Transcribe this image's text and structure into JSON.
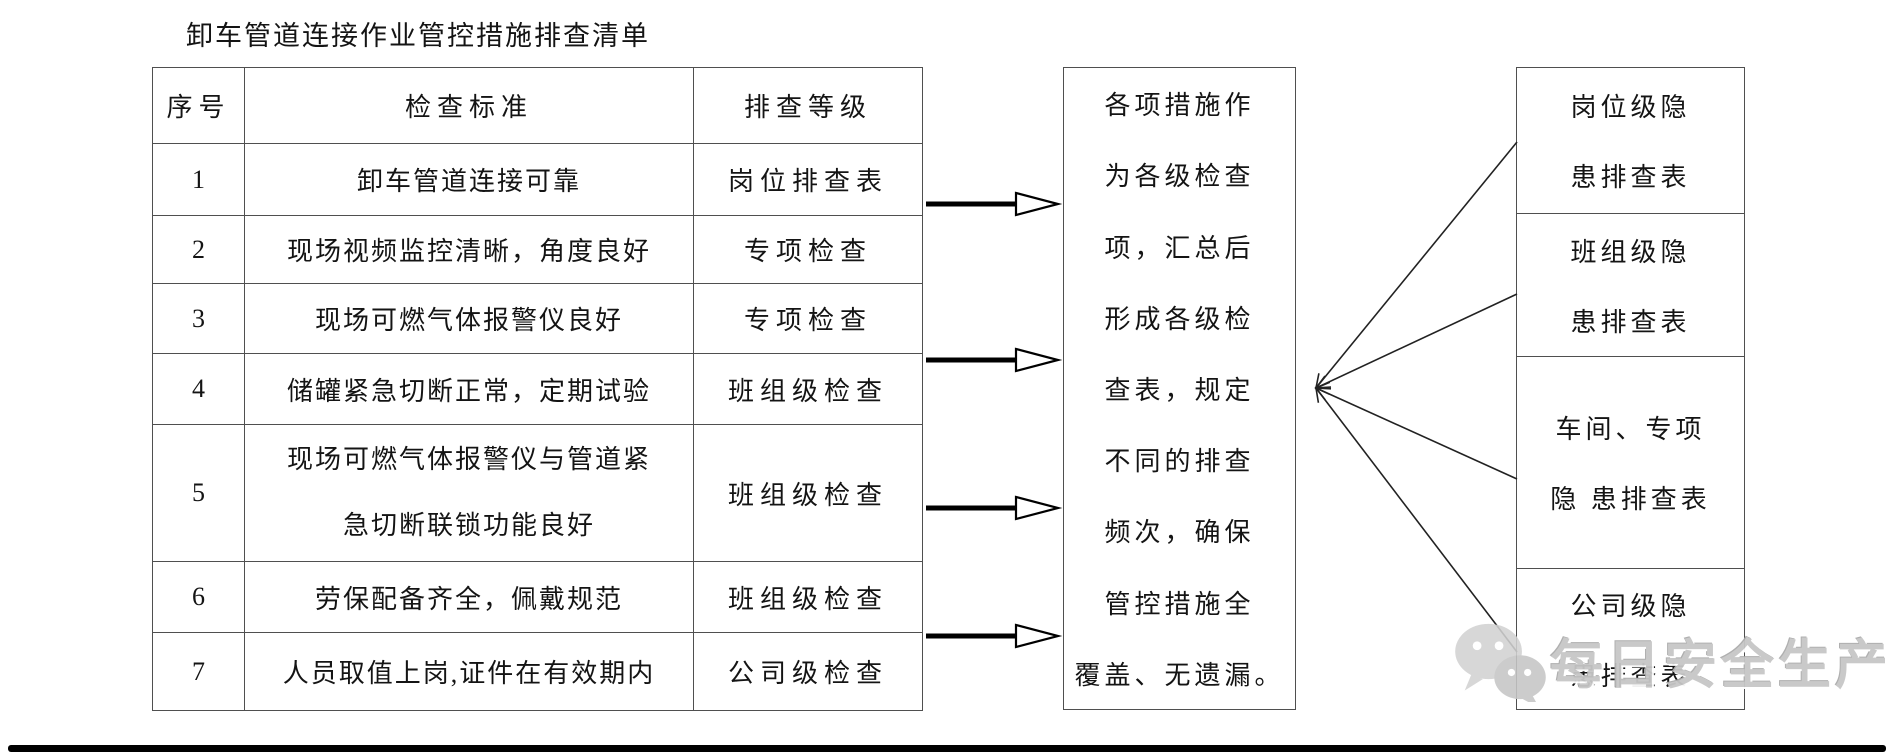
{
  "title": "卸车管道连接作业管控措施排查清单",
  "table": {
    "headers": {
      "no": "序号",
      "standard": "检查标准",
      "level": "排查等级"
    },
    "rows": [
      {
        "no": "1",
        "std": "卸车管道连接可靠",
        "level": "岗位排查表"
      },
      {
        "no": "2",
        "std": "现场视频监控清晰，角度良好",
        "level": "专项检查"
      },
      {
        "no": "3",
        "std": "现场可燃气体报警仪良好",
        "level": "专项检查"
      },
      {
        "no": "4",
        "std": "储罐紧急切断正常，定期试验",
        "level": "班组级检查"
      },
      {
        "no": "5",
        "std": "现场可燃气体报警仪与管道紧",
        "std2": "急切断联锁功能良好",
        "level": "班组级检查"
      },
      {
        "no": "6",
        "std": "劳保配备齐全，佩戴规范",
        "level": "班组级检查"
      },
      {
        "no": "7",
        "std": "人员取值上岗,证件在有效期内",
        "level": "公司级检查"
      }
    ]
  },
  "middle": {
    "lines": [
      "各项措施作",
      "为各级检查",
      "项，汇总后",
      "形成各级检",
      "查表，规定",
      "不同的排查",
      "频次，确保",
      "管控措施全",
      "覆盖、无遗漏。"
    ]
  },
  "outputs": [
    {
      "line1": "岗位级隐",
      "line2": "患排查表"
    },
    {
      "line1": "班组级隐",
      "line2": "患排查表"
    },
    {
      "line1": "车间、专项",
      "line2": "隐 患排查表"
    },
    {
      "line1": "公司级隐",
      "line2": "患排查表"
    }
  ],
  "watermark": {
    "icon": "wechat-icon",
    "text": "每日安全生产"
  },
  "colors": {
    "border": "#4f4f4f",
    "text": "#141414",
    "arrow": "#000000",
    "watermark": "#c7c7c7"
  }
}
